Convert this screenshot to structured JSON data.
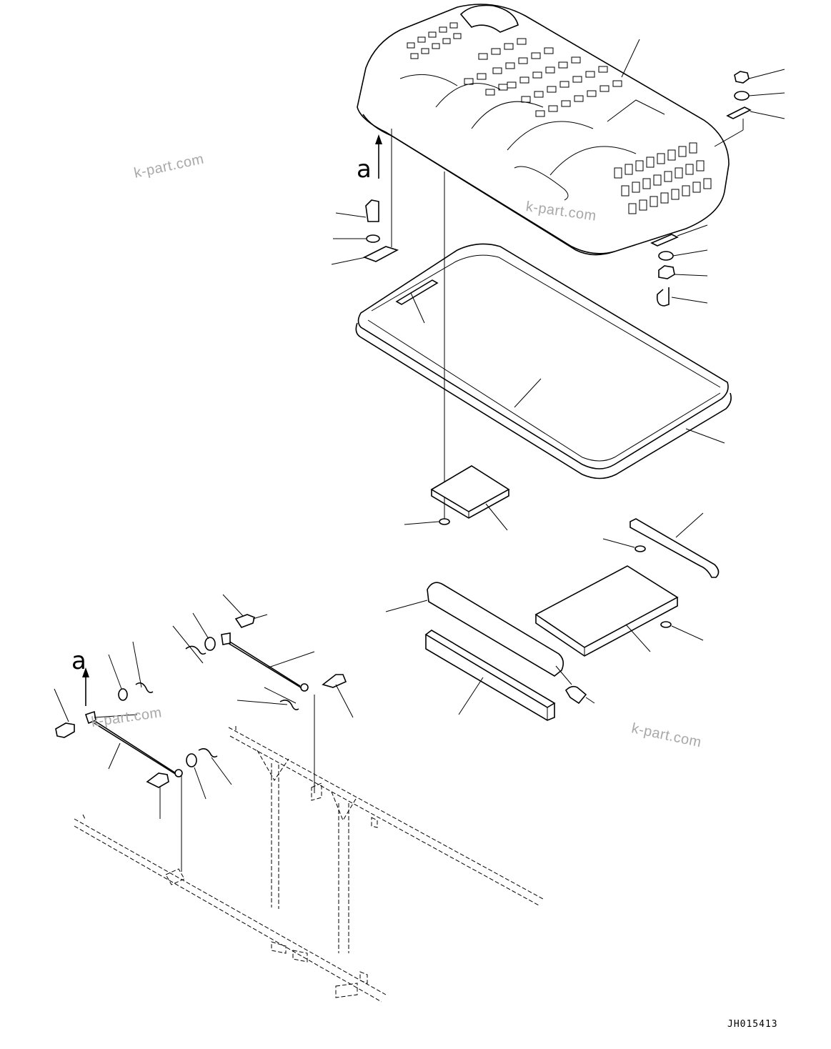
{
  "watermarks": [
    "k-part.com",
    "k-part.com",
    "k-part.com",
    "k-part.com"
  ],
  "view_labels": [
    "a",
    "a"
  ],
  "drawing_code": "JH015413",
  "colors": {
    "line": "#000000",
    "watermark": "#a8a8a8",
    "background": "#ffffff"
  }
}
